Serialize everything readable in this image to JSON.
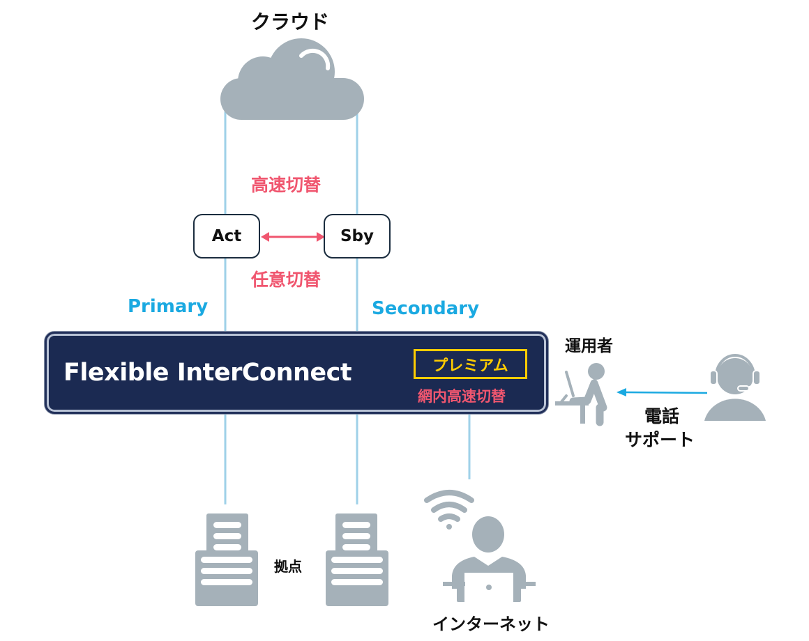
{
  "diagram": {
    "cloud": {
      "label": "クラウド",
      "icon": "cloud-icon"
    },
    "switching": {
      "fast_label": "高速切替",
      "manual_label": "任意切替",
      "act_label": "Act",
      "sby_label": "Sby"
    },
    "paths": {
      "primary_label": "Primary",
      "secondary_label": "Secondary"
    },
    "banner": {
      "title": "Flexible InterConnect",
      "premium_label": "プレミアム",
      "premium_sub_label": "網内高速切替"
    },
    "operator": {
      "label": "運用者",
      "icon": "operator-at-desk-icon"
    },
    "support": {
      "label_line1": "電話",
      "label_line2": "サポート",
      "icon": "headset-agent-icon"
    },
    "sites": {
      "label": "拠点",
      "icon": "building-icon"
    },
    "internet": {
      "label": "インターネット",
      "icons": [
        "wifi-icon",
        "laptop-user-icon"
      ]
    },
    "colors": {
      "line": "#9fd1e8",
      "icon_gray": "#a5b1b9",
      "accent_pink": "#f0566f",
      "accent_blue": "#1aa9e1",
      "banner_navy": "#1b2a52",
      "premium_yellow": "#ffcc00"
    }
  }
}
